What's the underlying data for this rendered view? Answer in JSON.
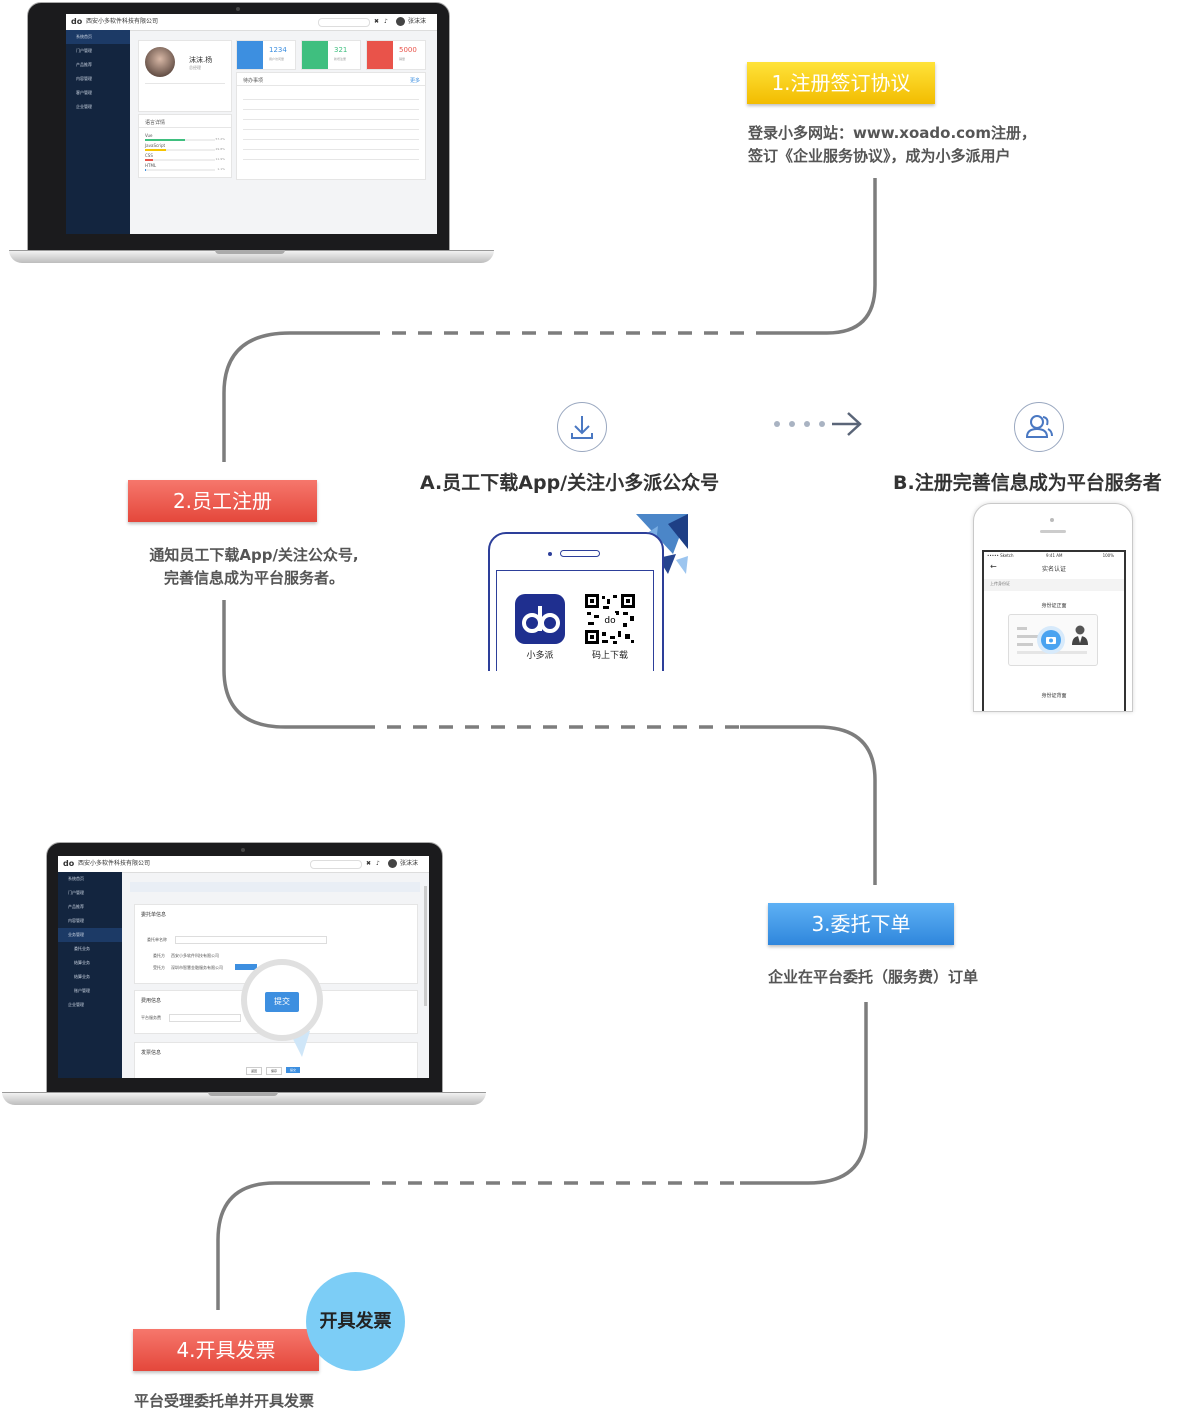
{
  "steps": [
    {
      "label": "1.注册签订协议",
      "color": "#f5c400"
    },
    {
      "label": "2.员工注册",
      "color": "#e9534a"
    },
    {
      "label": "3.委托下单",
      "color": "#3d8fe0"
    },
    {
      "label": "4.开具发票",
      "color": "#e9534a"
    }
  ],
  "descriptions": {
    "step1_line1": "登录小多网站：www.xoado.com注册，",
    "step1_line2": "签订《企业服务协议》，成为小多派用户",
    "step2_line1": "通知员工下载App/关注公众号,",
    "step2_line2": "完善信息成为平台服务者。",
    "step3": "企业在平台委托（服务费）订单",
    "step4": "平台受理委托单并开具发票"
  },
  "substeps": {
    "a": "A.员工下载App/关注小多派公众号",
    "b": "B.注册完善信息成为平台服务者"
  },
  "app_phone": {
    "app_name": "小多派",
    "qr_label": "码上下载"
  },
  "verify_phone": {
    "status_left": "••••• Sketch",
    "status_time": "9:41 AM",
    "status_battery": "100%",
    "title": "实名认证",
    "hint": "上传身份证",
    "front": "身份证正面",
    "back": "身份证背面"
  },
  "laptop1": {
    "company": "西安小多软件科技有限公司",
    "user": "张沫沫",
    "profile_name": "沫沫.杨",
    "profile_role": "总经理",
    "stats": [
      {
        "value": "1234",
        "label": "用户访问量",
        "color": "#3d8fe0"
      },
      {
        "value": "321",
        "label": "新增注册",
        "color": "#3fbf7f"
      },
      {
        "value": "5000",
        "label": "销量",
        "color": "#e9534a"
      }
    ],
    "todo_title": "待办事项",
    "todo_more": "更多",
    "skill_title": "语言详情",
    "skills": [
      {
        "name": "Vue",
        "pct": "57.2%",
        "value": 57,
        "color": "#3fbf7f"
      },
      {
        "name": "JavaScript",
        "pct": "29.8%",
        "value": 30,
        "color": "#f5c400"
      },
      {
        "name": "CSS",
        "pct": "11.9%",
        "value": 12,
        "color": "#e9534a"
      },
      {
        "name": "HTML",
        "pct": "1.1%",
        "value": 1,
        "color": "#3d8fe0"
      }
    ],
    "menu": [
      "系统首页",
      "门户管理",
      "产品推荐",
      "内容管理",
      "客户管理",
      "企业管理"
    ]
  },
  "laptop2": {
    "company": "西安小多软件科技有限公司",
    "user": "张沫沫",
    "section1": "委托单信息",
    "field_name": "委托单名称",
    "field_client": "委托方",
    "client_value": "西安小多软件科技有限公司",
    "field_receiver": "受托方",
    "receiver_value": "深圳市智慧金融服务有限公司",
    "section2": "费用信息",
    "field_fee": "平台服务费",
    "section3": "发票信息",
    "submit": "提交",
    "btn_cancel": "返回",
    "btn_save": "保存",
    "btn_submit": "提交",
    "menu": [
      "系统首页",
      "门户管理",
      "产品推荐",
      "内容管理",
      "业务管理",
      "委托业务",
      "结算业务",
      "结算业务",
      "账户管理",
      "企业管理"
    ]
  },
  "bubble": "开具发票"
}
